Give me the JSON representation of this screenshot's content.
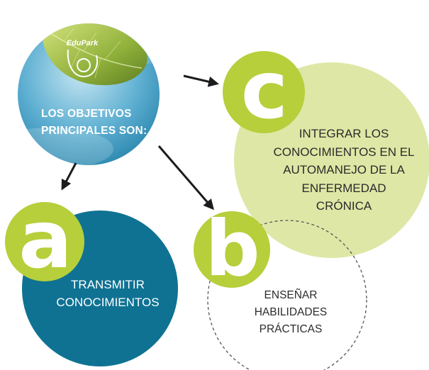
{
  "center": {
    "logo_text": "EduPark",
    "title_line1": "LOS OBJETIVOS",
    "title_line2": "PRINCIPALES SON:"
  },
  "items": [
    {
      "letter": "a",
      "line1": "TRANSMITIR",
      "line2": "CONOCIMIENTOS"
    },
    {
      "letter": "b",
      "line1": "ENSEÑAR",
      "line2": "HABILIDADES",
      "line3": "PRÁCTICAS"
    },
    {
      "letter": "c",
      "line1": "INTEGRAR LOS",
      "line2": "CONOCIMIENTOS EN EL",
      "line3": "AUTOMANEJO DE LA",
      "line4": "ENFERMEDAD",
      "line5": "CRÓNICA"
    }
  ],
  "colors": {
    "lime": "#b6cf3b",
    "pale_lime": "#dfe7a6",
    "teal": "#0f7293",
    "sky_top": "#9fd0e6",
    "sky_bottom": "#2b8fb6",
    "arrow": "#1c1c1c",
    "dash": "#555555"
  }
}
